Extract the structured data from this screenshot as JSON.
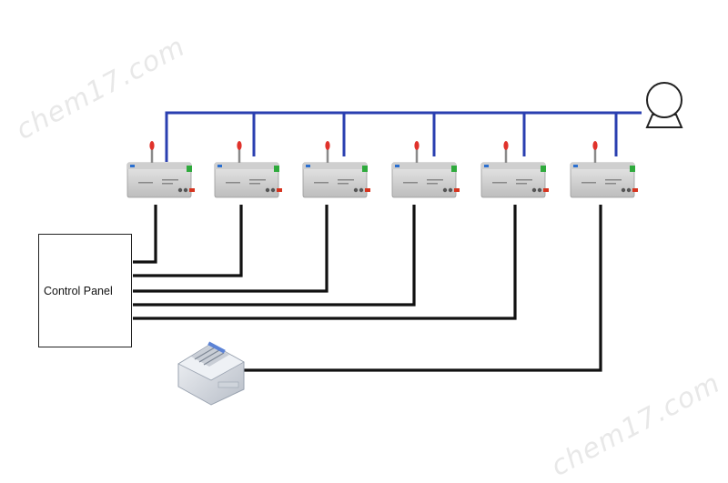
{
  "control_panel": {
    "label": "Control Panel"
  },
  "watermark": {
    "text": "chem17.com"
  },
  "detectors": [
    {
      "id": 1
    },
    {
      "id": 2
    },
    {
      "id": 3
    },
    {
      "id": 4
    },
    {
      "id": 5
    },
    {
      "id": 6
    }
  ],
  "colors": {
    "gas_line": "#2a3fb0",
    "signal_wire": "#111111",
    "device_body": "#d9d9d9",
    "antenna_tip": "#e0322b",
    "status_led": "#2eaa3c",
    "connector": "#d6341f"
  },
  "icons": {
    "pump": "pump-icon",
    "controller": "controller-module-icon",
    "detector": "gas-detector-icon"
  }
}
